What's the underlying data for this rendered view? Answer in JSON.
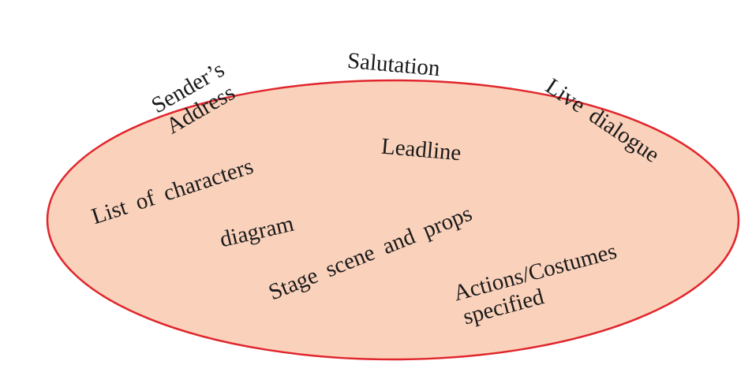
{
  "colors": {
    "ellipse_fill": "#fad2bc",
    "ellipse_stroke": "#e0262c",
    "text": "#1a1a1a"
  },
  "labels": {
    "salutation": "Salutation",
    "senders_address_line1": "Sender’s",
    "senders_address_line2": "Address",
    "live_dialogue": "Live dialogue",
    "leadline": "Leadline",
    "list_of_characters": "List of characters",
    "diagram": "diagram",
    "stage_scene_and_props": "Stage scene and props",
    "actions_costumes": "Actions/Costumes",
    "specified": "specified"
  }
}
